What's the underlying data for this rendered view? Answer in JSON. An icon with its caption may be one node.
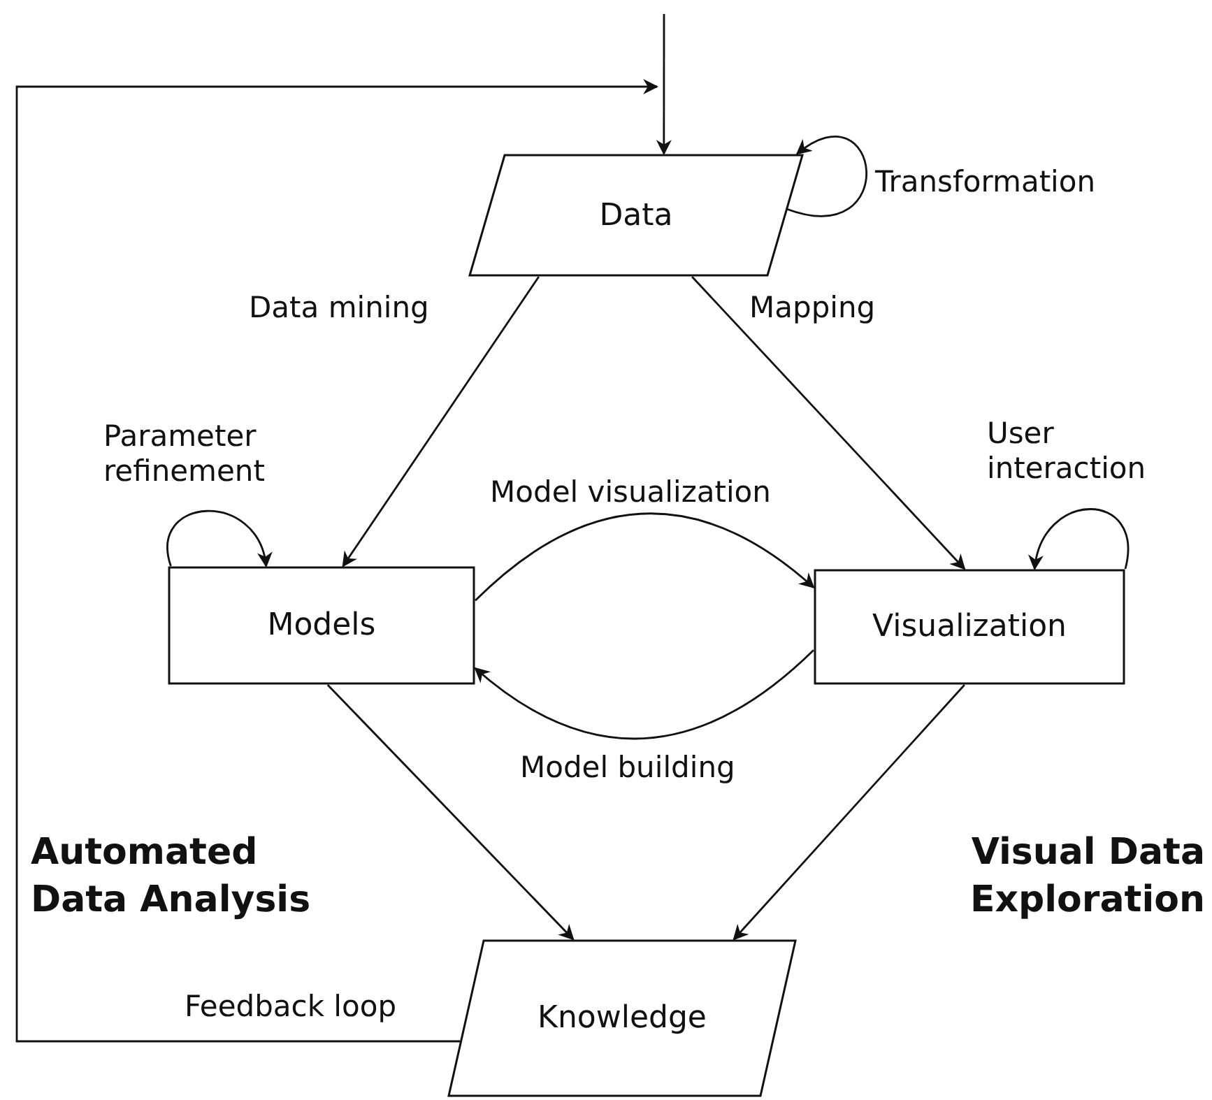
{
  "diagram": {
    "nodes": [
      {
        "text": [
          "Data"
        ]
      },
      {
        "text": [
          "Models"
        ]
      },
      {
        "text": [
          "Visualization"
        ]
      },
      {
        "text": [
          "Knowledge"
        ]
      }
    ],
    "edges": [
      {
        "from": null,
        "to": 0,
        "arrow": "to"
      },
      {
        "from": 0,
        "to": 0,
        "arrow": "to",
        "label": "Transformation"
      },
      {
        "from": 0,
        "to": 1,
        "arrow": "to",
        "label": "Data mining"
      },
      {
        "from": 0,
        "to": 2,
        "arrow": "to",
        "label": "Mapping"
      },
      {
        "from": 1,
        "to": 1,
        "arrow": "to",
        "label": "Parameter refinement"
      },
      {
        "from": 2,
        "to": 2,
        "arrow": "to",
        "label": "User interaction"
      },
      {
        "from": 1,
        "to": 2,
        "arrow": "to",
        "label": "Model visualization"
      },
      {
        "from": 2,
        "to": 1,
        "arrow": "to",
        "label": "Model building"
      },
      {
        "from": 1,
        "to": 3,
        "arrow": "to"
      },
      {
        "from": 2,
        "to": 3,
        "arrow": "to"
      },
      {
        "from": 3,
        "to": null,
        "arrow": "to",
        "label": "Feedback loop"
      }
    ],
    "labels": [
      "Automated Data Analysis",
      "Visual Data Exploration"
    ]
  }
}
